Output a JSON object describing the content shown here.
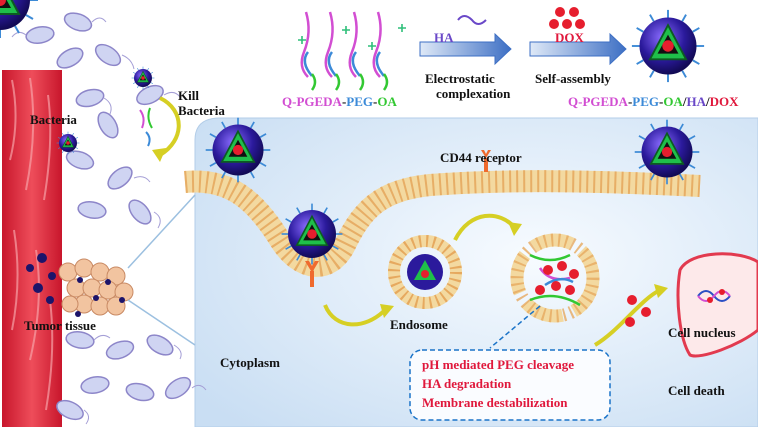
{
  "labels": {
    "ha": "HA",
    "dox": "DOX",
    "electrostatic": "Electrostatic",
    "complexation": "complexation",
    "self_assembly": "Self-assembly",
    "q_pgeda": "Q-PGEDA",
    "peg": "PEG",
    "oa": "OA",
    "sep1": "-",
    "sep2": "-",
    "slash1": "/",
    "slash2": "/",
    "kill": "Kill",
    "bacteria_kill": "Bacteria",
    "bacteria": "Bacteria",
    "cd44": "CD44 receptor",
    "tumor": "Tumor tissue",
    "endosome": "Endosome",
    "cytoplasm": "Cytoplasm",
    "nucleus": "Cell nucleus",
    "cell_death": "Cell death"
  },
  "callout": [
    "pH mediated PEG cleavage",
    "HA degradation",
    "Membrane destabilization"
  ],
  "colors": {
    "q_pgeda": "#d24ed2",
    "peg": "#3b8ad8",
    "oa": "#32c832",
    "ha": "#6a48c8",
    "dox": "#e0183c",
    "arrow": "#d6cf24",
    "membrane": "#f3d9a0",
    "receptor": "#ef6a2e"
  },
  "icons": [
    "nanoparticle-icon",
    "bacteria-icon",
    "dna-helix-icon"
  ]
}
